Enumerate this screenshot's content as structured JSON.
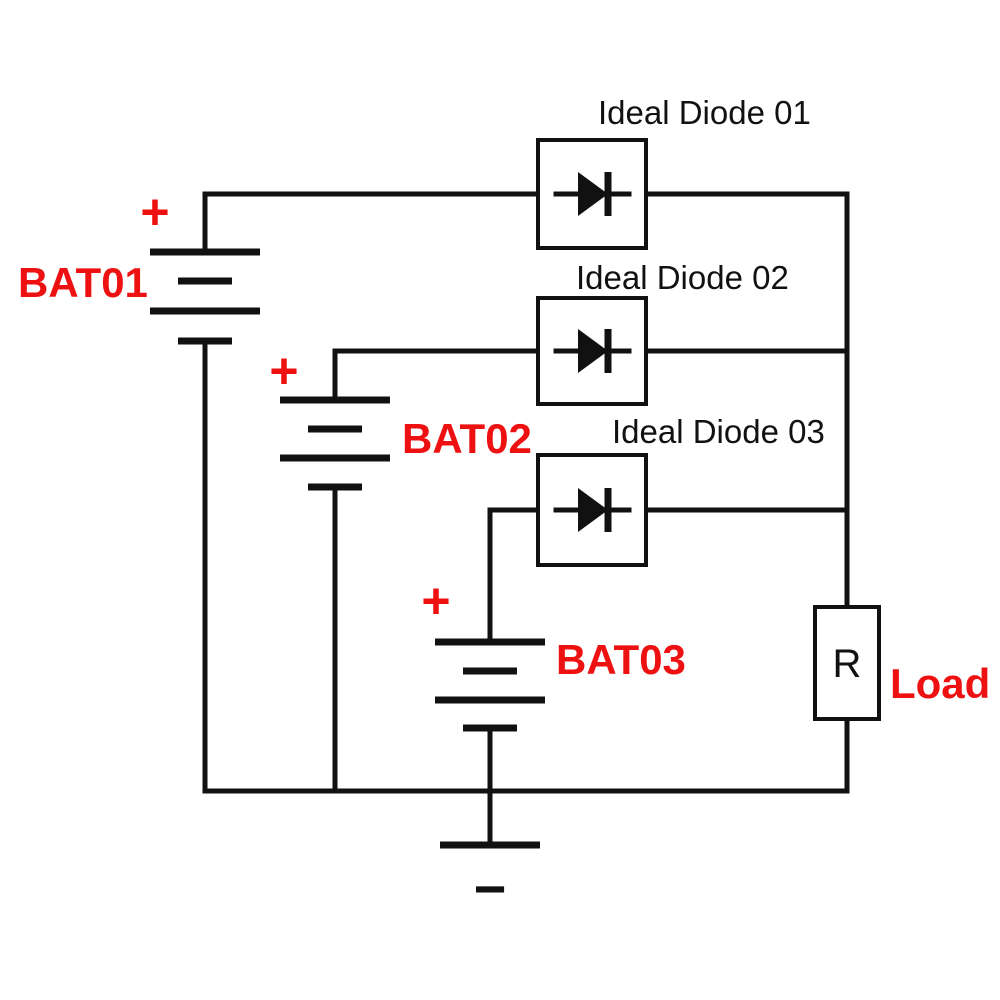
{
  "colors": {
    "line": "#111111",
    "accent": "#ee1111",
    "background": "#ffffff"
  },
  "diodes": [
    {
      "label": "Ideal Diode 01"
    },
    {
      "label": "Ideal Diode 02"
    },
    {
      "label": "Ideal Diode 03"
    }
  ],
  "batteries": [
    {
      "label": "BAT01",
      "polarity": "+"
    },
    {
      "label": "BAT02",
      "polarity": "+"
    },
    {
      "label": "BAT03",
      "polarity": "+"
    }
  ],
  "load": {
    "symbol": "R",
    "label": "Load"
  },
  "ground": {
    "polarity": "−"
  }
}
